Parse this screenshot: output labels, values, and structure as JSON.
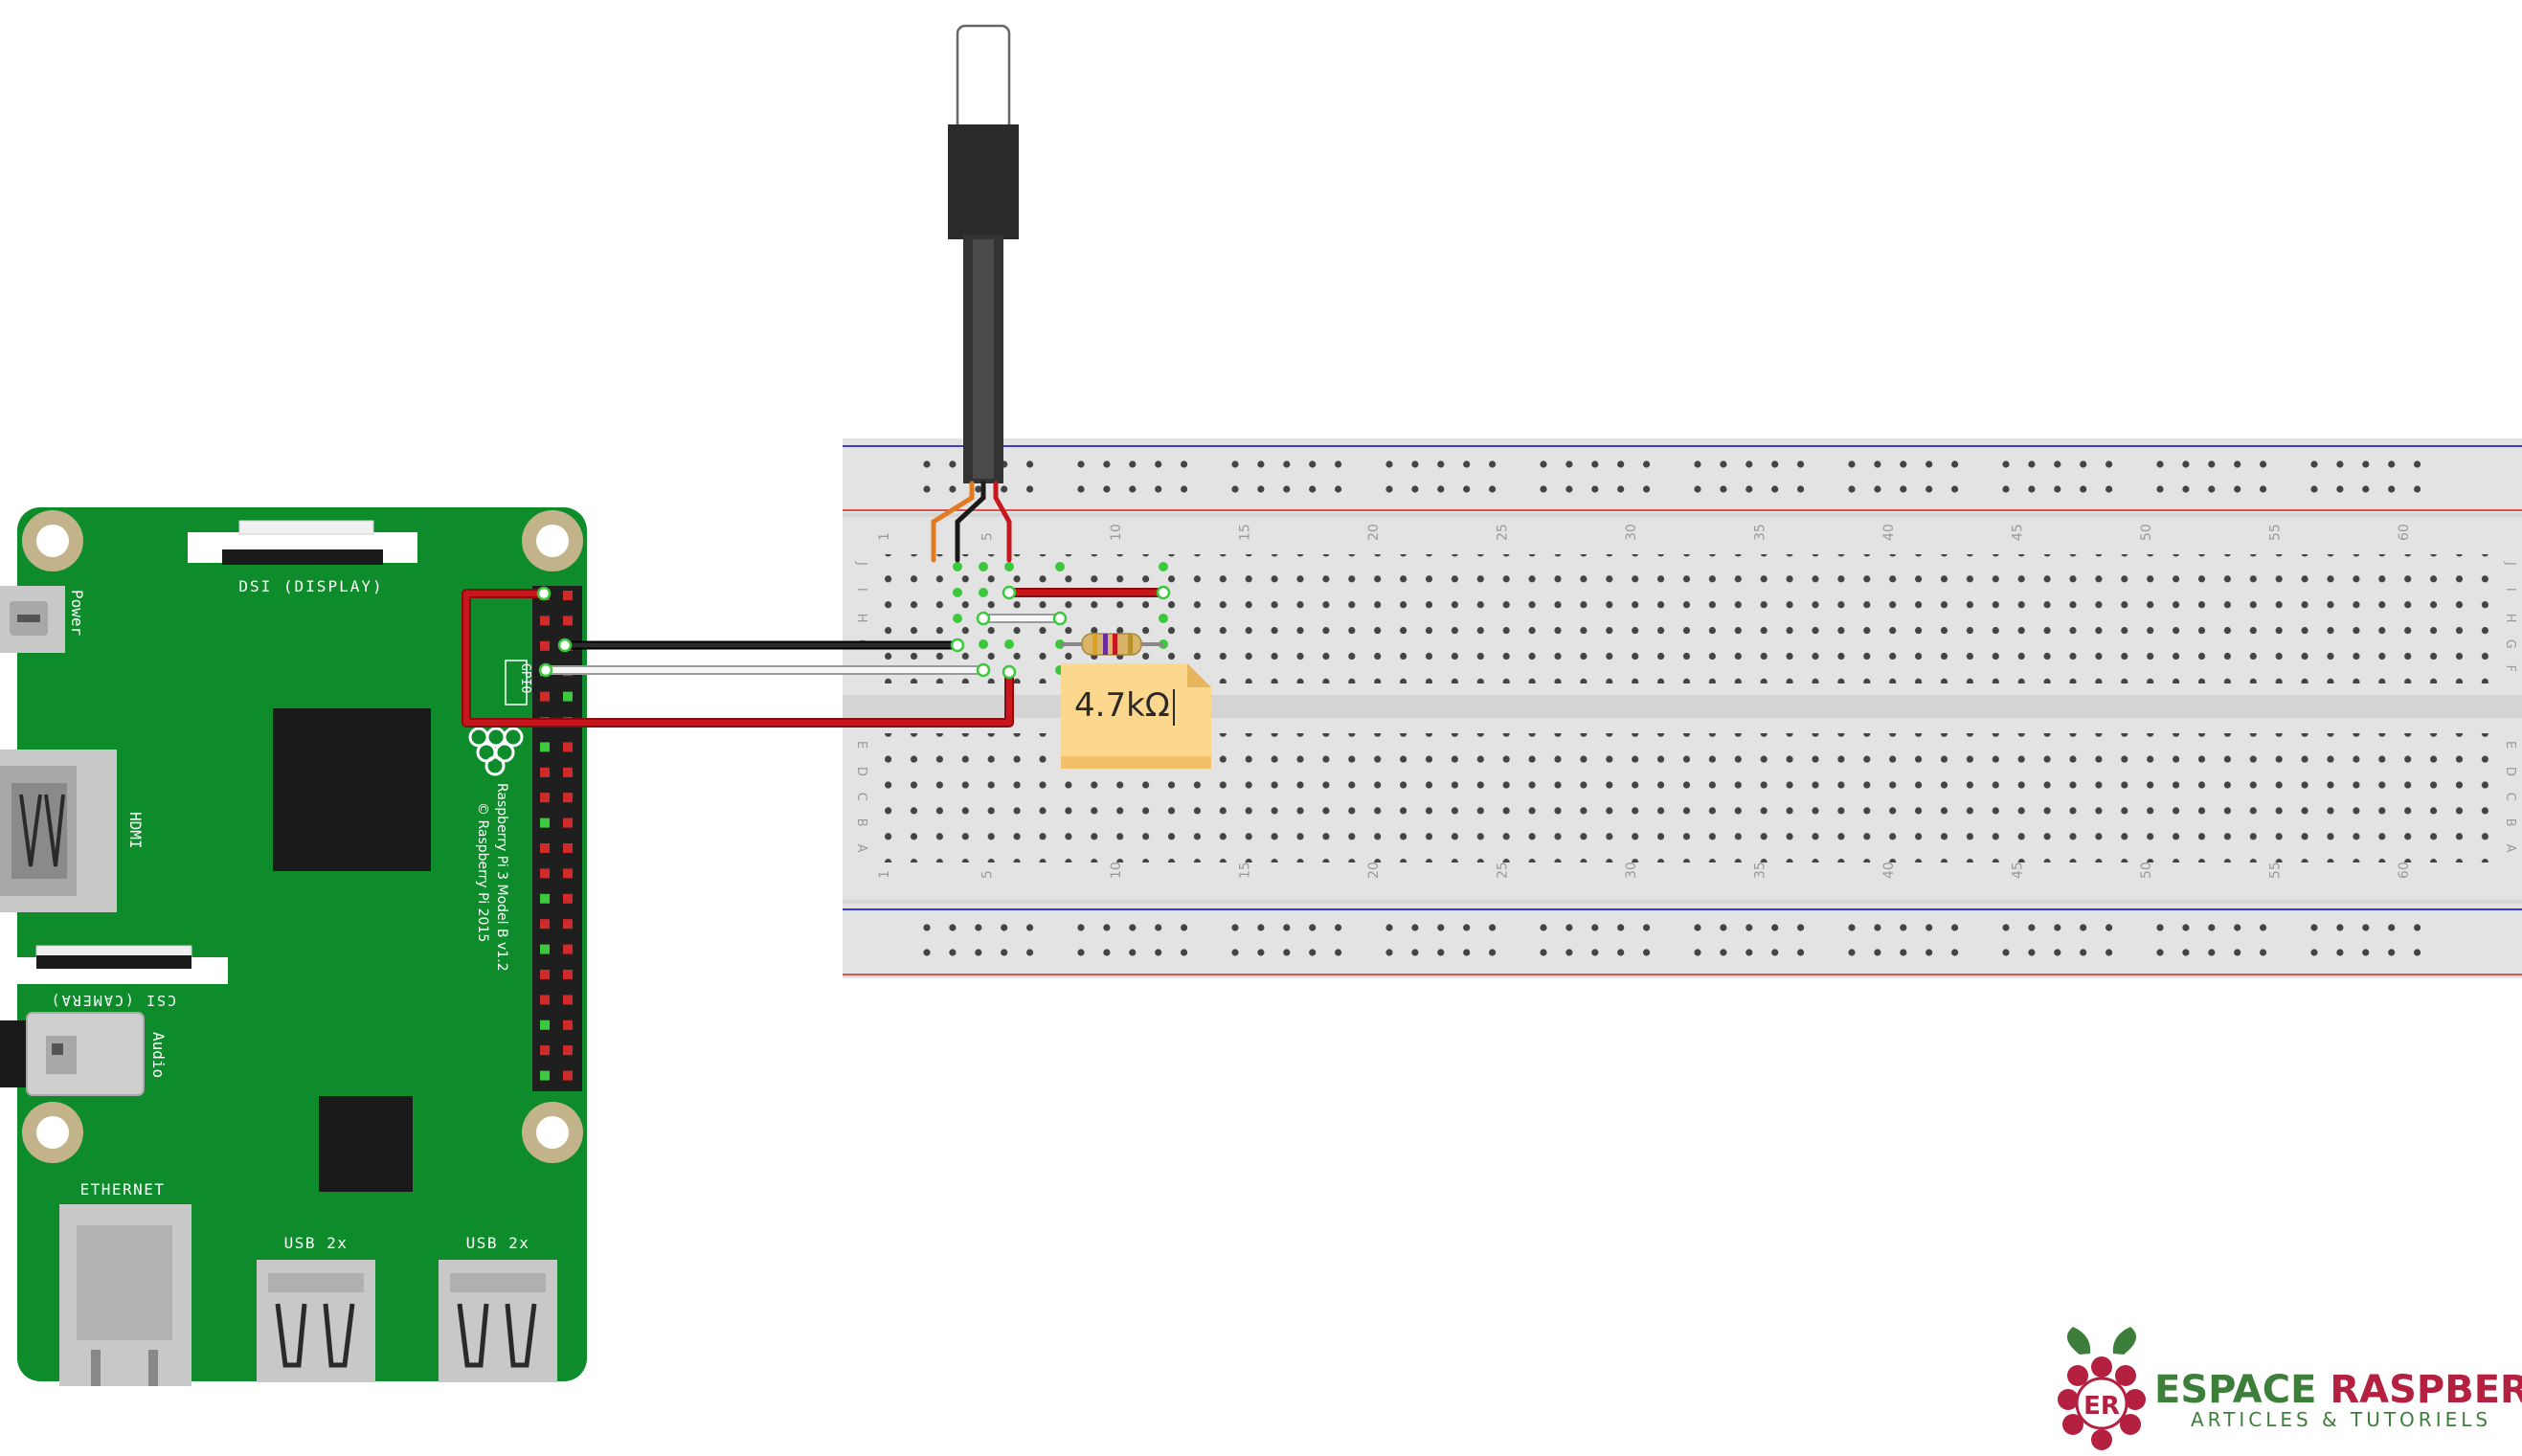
{
  "pi": {
    "power_label": "Power",
    "dsi_label": "DSI (DISPLAY)",
    "hdmi_label": "HDMI",
    "csi_label": "CSI (CAMERA)",
    "audio_label": "Audio",
    "ethernet_label": "ETHERNET",
    "usb_left_label": "USB 2x",
    "usb_right_label": "USB 2x",
    "gpio_label": "GPIO",
    "model_label": "Raspberry Pi 3 Model B v1.2",
    "copyright_label": "© Raspberry Pi 2015"
  },
  "breadboard": {
    "column_numbers": [
      "1",
      "5",
      "10",
      "15",
      "20",
      "25",
      "30",
      "35",
      "40",
      "45",
      "50",
      "55",
      "60"
    ],
    "top_row_letters": [
      "J",
      "I",
      "H",
      "G",
      "F"
    ],
    "bottom_row_letters": [
      "E",
      "D",
      "C",
      "B",
      "A"
    ]
  },
  "resistor": {
    "value_label": "4.7kΩ"
  },
  "logo": {
    "brand_left": "ESPACE",
    "brand_right": "RASPBERRY",
    "tagline": "ARTICLES & TUTORIELS"
  },
  "colors": {
    "pcb": "#0e8c2c",
    "wire_red": "#c8161d",
    "wire_black": "#1a1a1a",
    "wire_white": "#f4f4f4",
    "lead_orange": "#e07b24",
    "rail_red": "#d9534f",
    "rail_blue": "#3b3bd1",
    "note_yellow": "#fcd88f",
    "brand_green": "#3d7f3a",
    "brand_raspberry": "#b4203f"
  }
}
